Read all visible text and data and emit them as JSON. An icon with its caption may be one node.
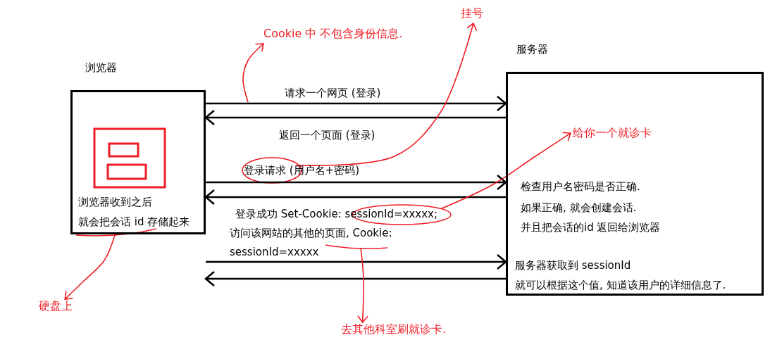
{
  "diagram": {
    "nodes": [
      {
        "text": [
          "浏览器",
          "浏览器收到之后",
          "就会把会话 id 存储起来"
        ]
      },
      {
        "text": [
          "服务器",
          "检查用户名密码是否正确.",
          "如果正确, 就会创建会话.",
          "并且把会话的id 返回给浏览器",
          "服务器获取到 sessionId",
          "就可以根据这个值, 知道该用户的详细信息了."
        ]
      },
      {
        "text": [
          "给你一个就诊卡"
        ],
        "in": 1
      },
      {
        "text": [
          "Cookie 中 不包含身份信息."
        ]
      },
      {
        "text": [
          "挂号"
        ]
      },
      {
        "text": [
          "硬盘上"
        ]
      },
      {
        "text": [
          "去其他科室刷就诊卡."
        ]
      },
      {
        "text": [],
        "shape": "ellipse"
      },
      {
        "text": [],
        "shape": "ellipse"
      }
    ],
    "edges": [
      {
        "from": 0,
        "to": 1,
        "arrow": "to",
        "label": "请求一个网页 (登录)"
      },
      {
        "from": 1,
        "to": 0,
        "arrow": "to",
        "label": "返回一个页面 (登录)"
      },
      {
        "from": 0,
        "to": 1,
        "arrow": "to",
        "label": "登录请求 (用户名+密码)"
      },
      {
        "from": 1,
        "to": 0,
        "arrow": "to",
        "label": "登录成功 Set-Cookie: sessionId=xxxxx;"
      },
      {
        "from": 0,
        "to": 1,
        "arrow": "to",
        "label": "访问该网站的其他的页面, Cookie: sessionId=xxxxx"
      },
      {
        "from": 1,
        "to": 0,
        "arrow": "to"
      },
      {
        "from": null,
        "to": 3,
        "arrow": "to",
        "color": "#ee1c24"
      },
      {
        "from": 7,
        "to": 4,
        "arrow": "to",
        "color": "#ee1c24"
      },
      {
        "from": 8,
        "to": 2,
        "arrow": "to",
        "color": "#ee1c24"
      },
      {
        "from": 0,
        "to": 5,
        "arrow": "to",
        "color": "#ee1c24"
      },
      {
        "from": null,
        "to": 6,
        "arrow": "to",
        "color": "#ee1c24"
      }
    ]
  }
}
